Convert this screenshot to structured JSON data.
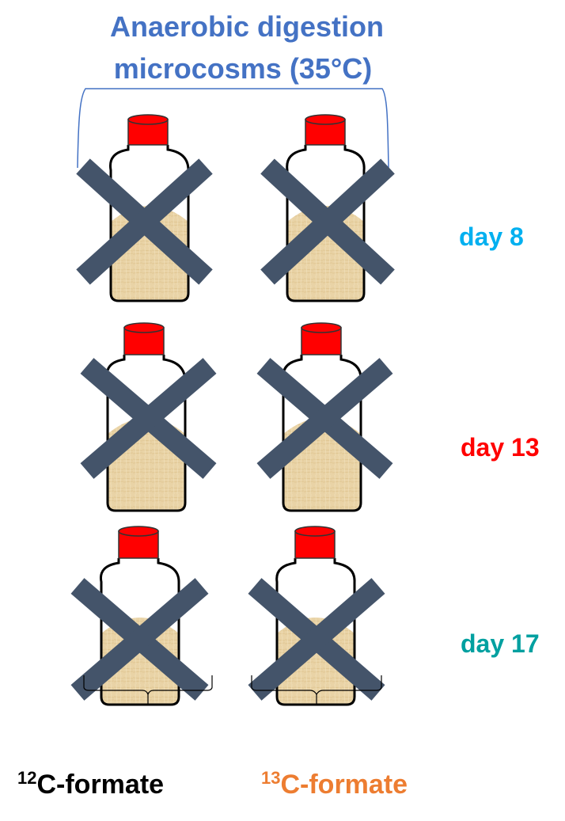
{
  "title": {
    "line1": "Anaerobic digestion",
    "line2": "microcosms (35°C)",
    "color": "#4472C4"
  },
  "bottle_style": {
    "cap_color": "#FF0000",
    "liquid_color": "#E9D3A6",
    "cross_color": "#44546A"
  },
  "rows": [
    {
      "label": "day 8",
      "color": "#00B0F0"
    },
    {
      "label": "day 13",
      "color": "#FF0000"
    },
    {
      "label": "day 17",
      "color": "#00A0A0"
    }
  ],
  "columns": [
    {
      "mass": "12",
      "label": "C-formate",
      "color": "#000000"
    },
    {
      "mass": "13",
      "label": "C-formate",
      "color": "#ED7D31"
    }
  ]
}
